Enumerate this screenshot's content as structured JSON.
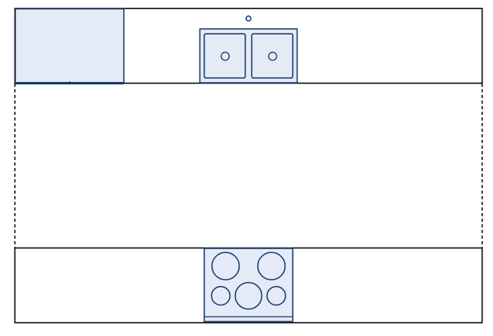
{
  "colors": {
    "background": "#ffffff",
    "outline": "#000000",
    "fixture_stroke": "#1b3a66",
    "fixture_fill": "#e4ebf7"
  },
  "plan": {
    "layout": "galley-kitchen",
    "view": "top-down",
    "upper_counter": {
      "fixtures": [
        "refrigerator",
        "double-bowl-sink",
        "faucet"
      ]
    },
    "lower_counter": {
      "fixtures": [
        "cooktop"
      ]
    },
    "cooktop": {
      "burner_count": 5
    },
    "sink": {
      "bowl_count": 2
    },
    "side_openings": [
      "left",
      "right"
    ],
    "side_opening_style": "dashed"
  }
}
